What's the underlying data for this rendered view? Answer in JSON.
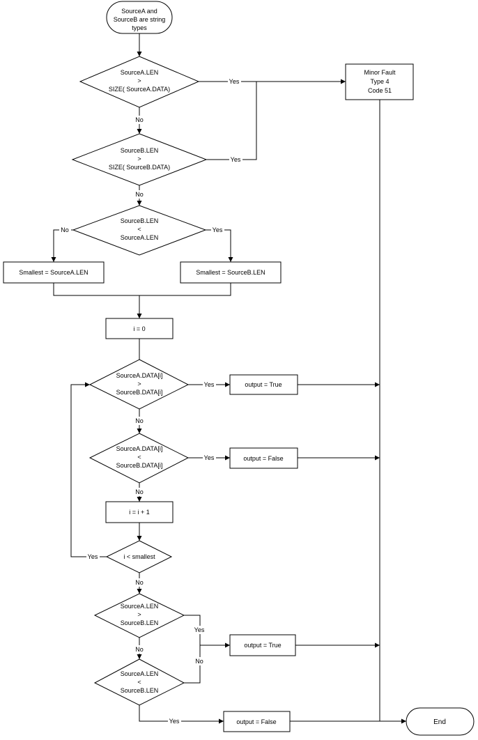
{
  "nodes": {
    "start": {
      "lines": [
        "SourceA and",
        "SourceB are string",
        "types"
      ]
    },
    "decision_a_len": {
      "lines": [
        "SourceA.LEN",
        ">",
        "SIZE( SourceA.DATA)"
      ]
    },
    "decision_b_len": {
      "lines": [
        "SourceB.LEN",
        ">",
        "SIZE( SourceB.DATA)"
      ]
    },
    "minor_fault": {
      "lines": [
        "Minor Fault",
        "Type 4",
        "Code 51"
      ]
    },
    "decision_b_lt_a": {
      "lines": [
        "SourceB.LEN",
        "<",
        "SourceA.LEN"
      ]
    },
    "smallest_a": {
      "lines": [
        "Smallest = SourceA.LEN"
      ]
    },
    "smallest_b": {
      "lines": [
        "Smallest = SourceB.LEN"
      ]
    },
    "init_i": {
      "lines": [
        "i = 0"
      ]
    },
    "decision_data_gt": {
      "lines": [
        "SourceA.DATA[i]",
        ">",
        "SourceB.DATA[i]"
      ]
    },
    "output_true_1": {
      "lines": [
        "output = True"
      ]
    },
    "decision_data_lt": {
      "lines": [
        "SourceA.DATA[i]",
        "<",
        "SourceB.DATA[i]"
      ]
    },
    "output_false_1": {
      "lines": [
        "output = False"
      ]
    },
    "increment_i": {
      "lines": [
        "i = i + 1"
      ]
    },
    "decision_i_lt": {
      "lines": [
        "i < smallest"
      ]
    },
    "decision_len_gt": {
      "lines": [
        "SourceA.LEN",
        ">",
        "SourceB.LEN"
      ]
    },
    "output_true_2": {
      "lines": [
        "output = True"
      ]
    },
    "decision_len_lt": {
      "lines": [
        "SourceA.LEN",
        "<",
        "SourceB.LEN"
      ]
    },
    "output_false_2": {
      "lines": [
        "output = False"
      ]
    },
    "end": {
      "lines": [
        "End"
      ]
    }
  },
  "edge_labels": {
    "yes_a_len": "Yes",
    "no_a_len": "No",
    "yes_b_len": "Yes",
    "no_b_len": "No",
    "no_b_lt_a": "No",
    "yes_b_lt_a": "Yes",
    "yes_data_gt": "Yes",
    "no_data_gt": "No",
    "yes_data_lt": "Yes",
    "no_data_lt": "No",
    "yes_i_lt": "Yes",
    "no_i_lt": "No",
    "yes_len_gt": "Yes",
    "no_len_gt": "No",
    "no_len_lt": "No",
    "yes_len_lt": "Yes"
  }
}
